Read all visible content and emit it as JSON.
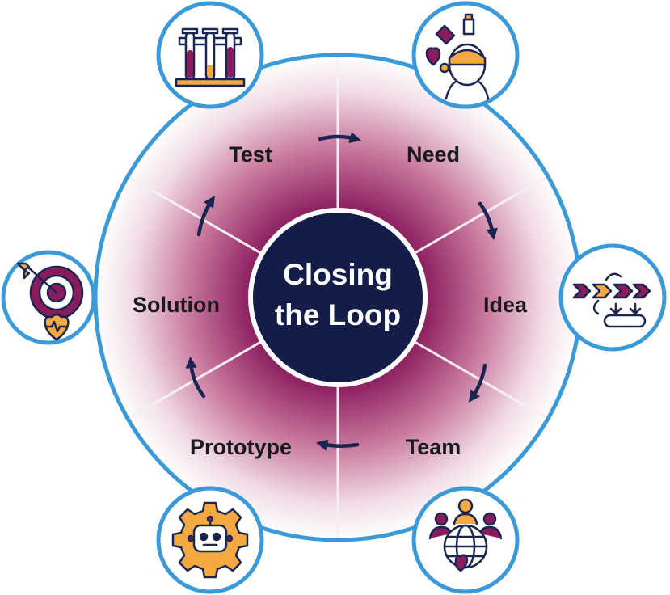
{
  "center": {
    "line1": "Closing",
    "line2": "the Loop"
  },
  "segments": [
    {
      "label": "Test",
      "icon": "test-tubes-icon"
    },
    {
      "label": "Need",
      "icon": "patient-medicine-icon"
    },
    {
      "label": "Idea",
      "icon": "process-flow-icon"
    },
    {
      "label": "Team",
      "icon": "global-team-icon"
    },
    {
      "label": "Prototype",
      "icon": "gear-robot-icon"
    },
    {
      "label": "Solution",
      "icon": "target-heart-icon"
    }
  ],
  "colors": {
    "ring": "#3a9ad9",
    "center": "#141c4a",
    "magenta": "#8a1c5e",
    "orange": "#f4a940",
    "navy": "#1b2552",
    "divider": "#f3e6ee"
  }
}
